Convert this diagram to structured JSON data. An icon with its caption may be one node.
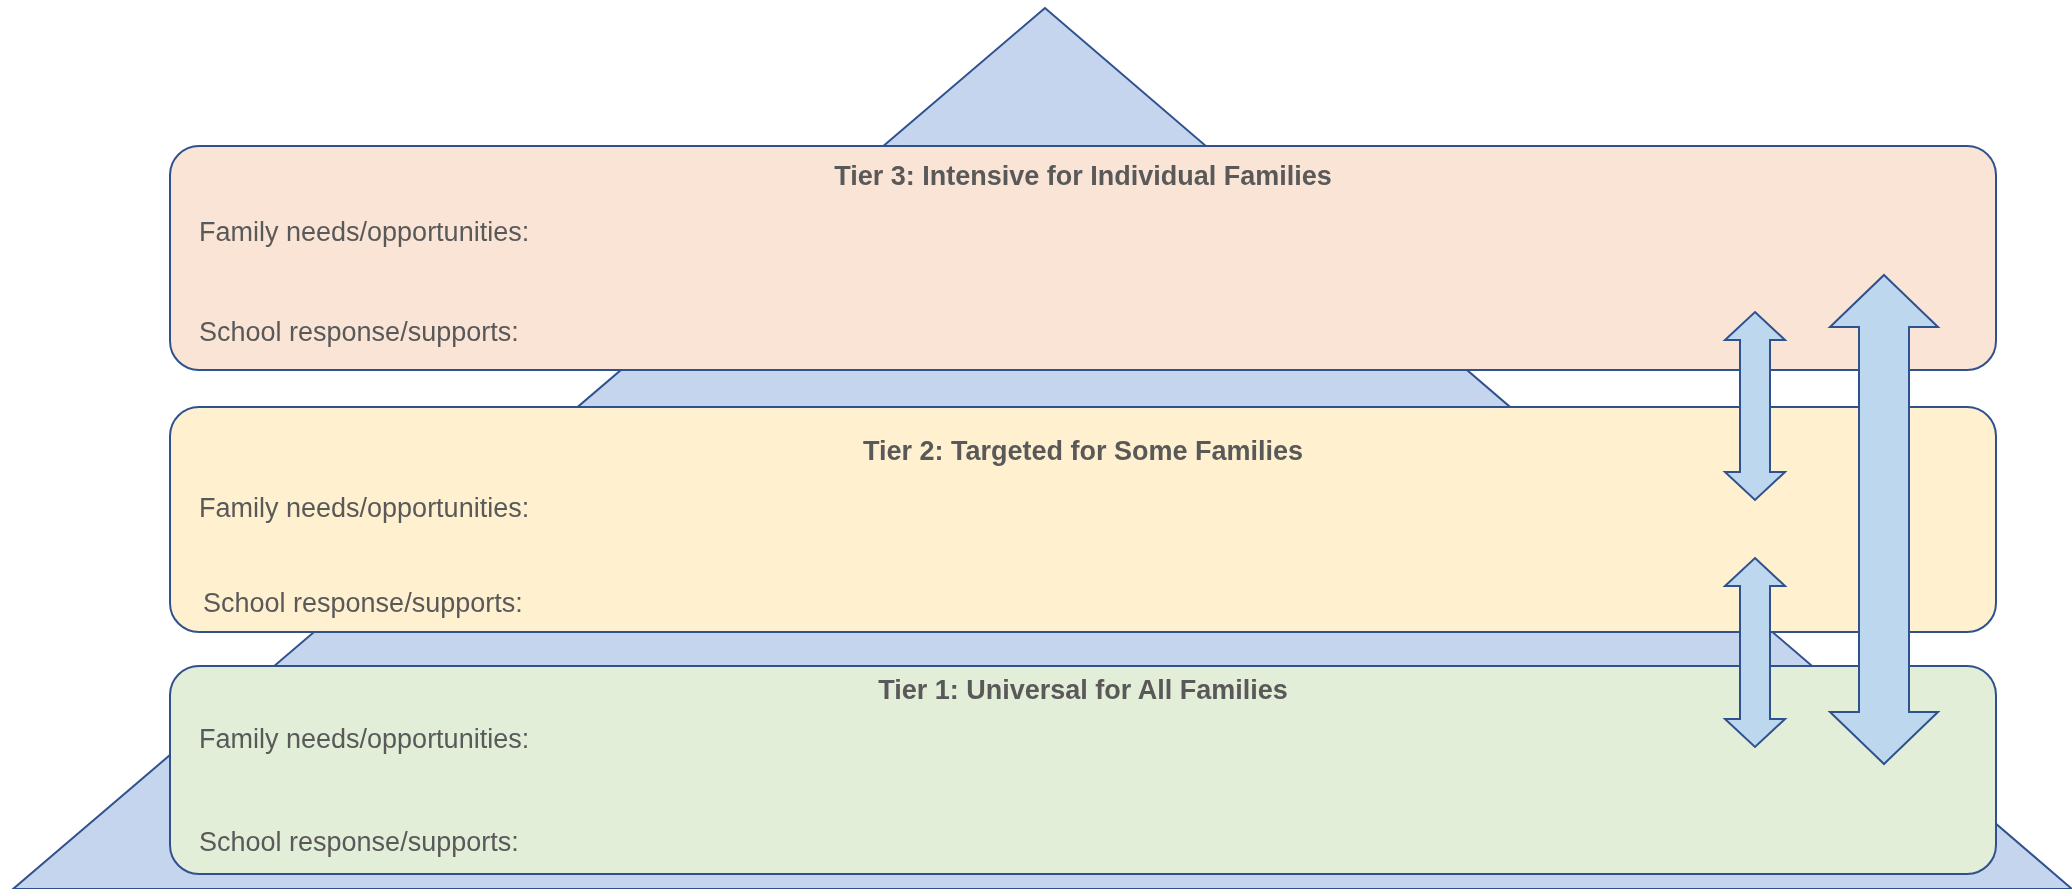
{
  "diagram": {
    "nodes": [
      {
        "text": [
          "Tier 3: Intensive for Individual Families",
          "Family needs/opportunities:",
          "School response/supports:"
        ]
      },
      {
        "text": [
          "Tier 2: Targeted for Some Families",
          "Family needs/opportunities:",
          "School response/supports:"
        ]
      },
      {
        "text": [
          "Tier 1: Universal for All Families",
          "Family needs/opportunities:",
          "School response/supports:"
        ]
      }
    ],
    "edges": [
      {
        "from": 0,
        "to": 1,
        "arrow": "both"
      },
      {
        "from": 1,
        "to": 2,
        "arrow": "both"
      },
      {
        "from": 0,
        "to": 2,
        "arrow": "both"
      }
    ]
  }
}
